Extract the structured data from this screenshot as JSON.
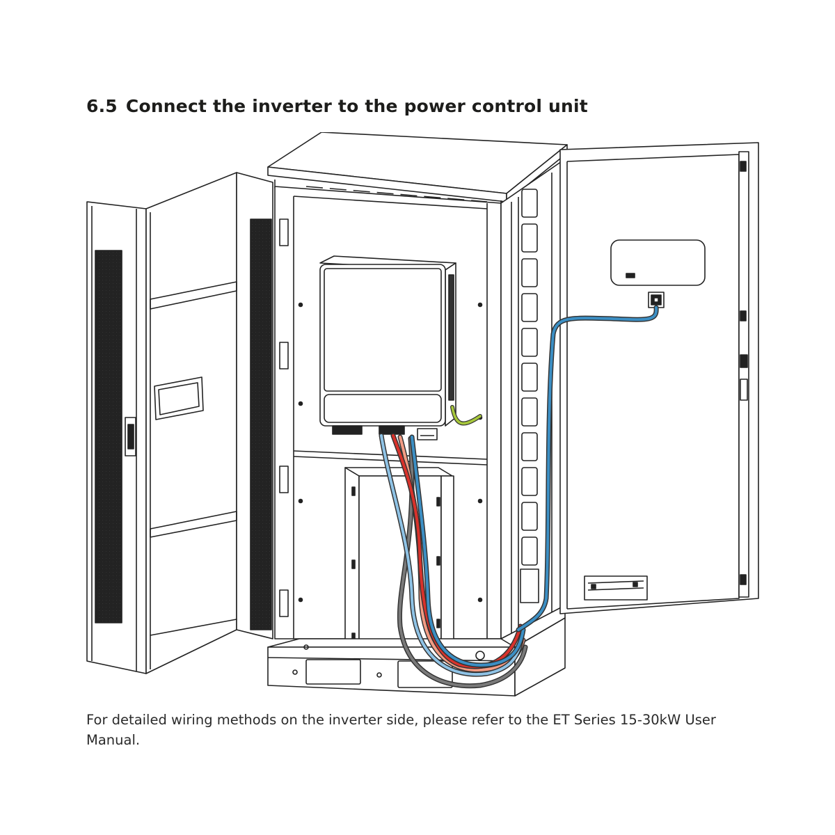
{
  "section": {
    "number": "6.5",
    "title": "Connect the inverter to the power control unit"
  },
  "caption": "For detailed wiring methods on the inverter side, please refer to the ET Series 15-30kW User Manual.",
  "colors": {
    "line": "#222222",
    "cable_blue": "#3c8fc4",
    "cable_light_blue": "#8fc3e6",
    "cable_red": "#d8322b",
    "cable_salmon": "#f39c84",
    "cable_grey": "#7a7a7a",
    "ground_wire": "#a7c83b"
  },
  "figure_elements": [
    "left-door",
    "cabinet-body",
    "inverter",
    "power-control-unit",
    "right-door",
    "communication-port",
    "cable-bundle",
    "base-plinth"
  ]
}
